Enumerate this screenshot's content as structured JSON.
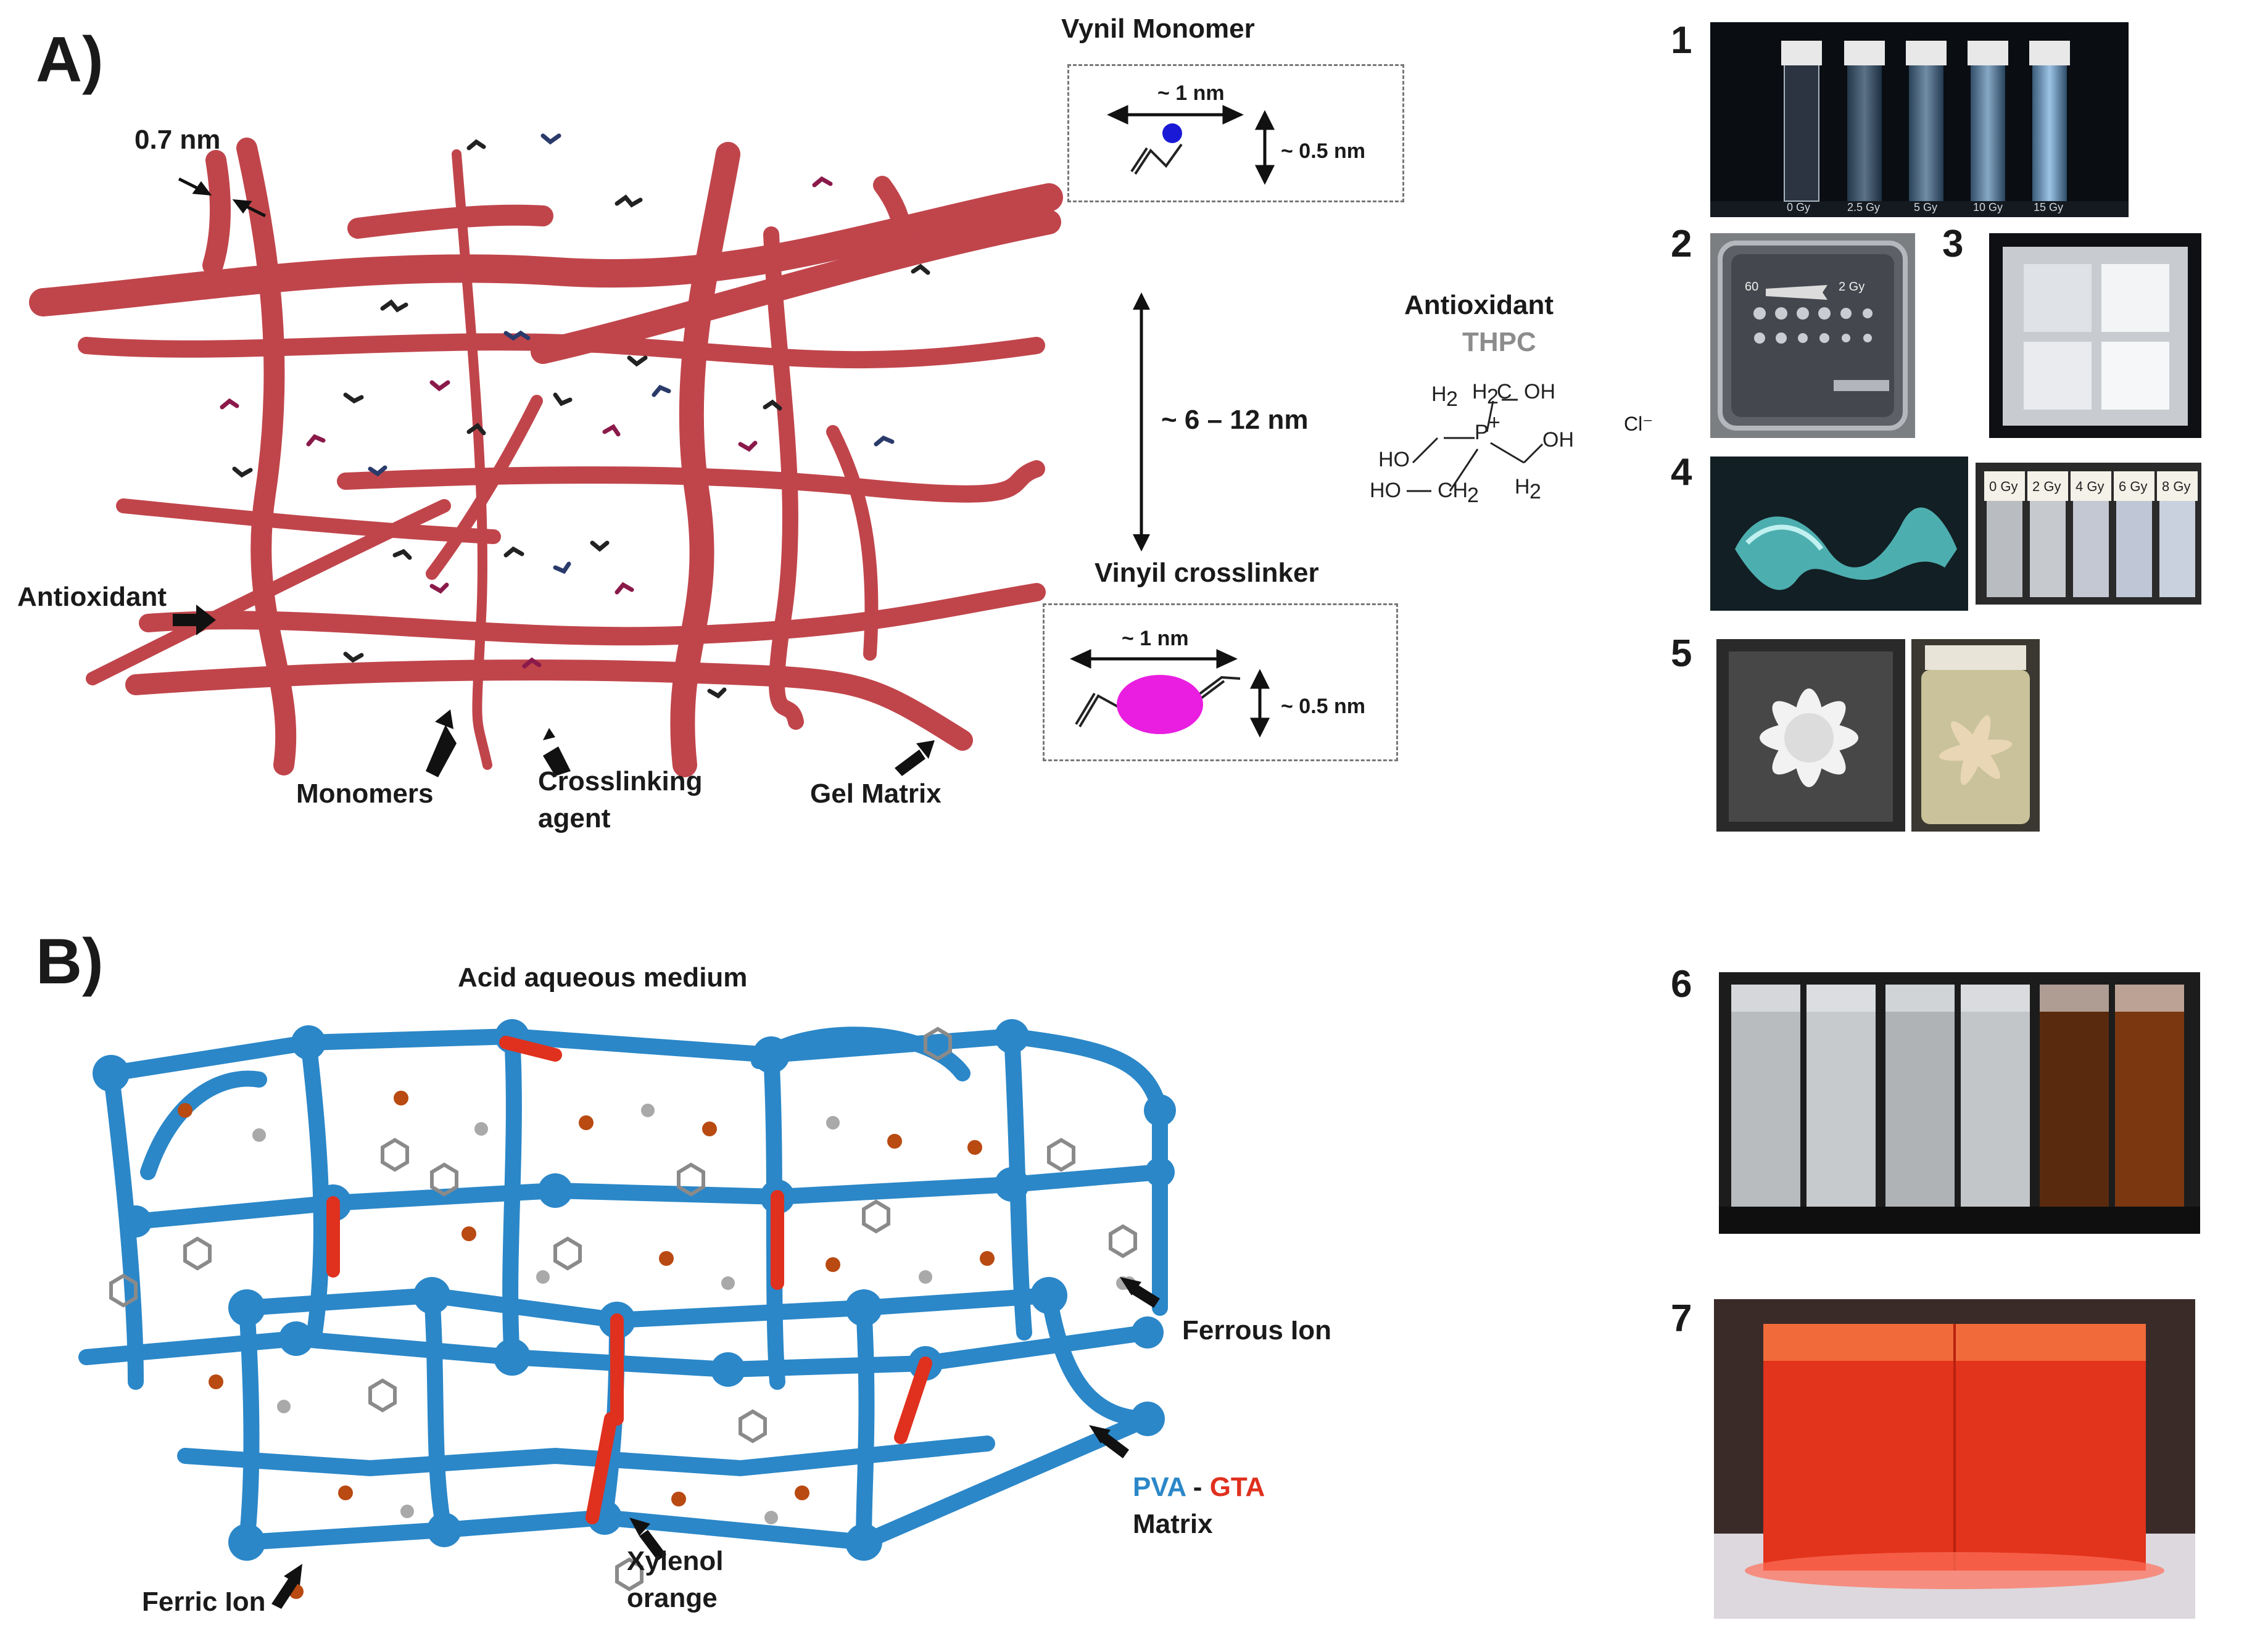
{
  "panelA": {
    "letter": "A)",
    "labels": {
      "width": "0.7 nm",
      "antioxidant": "Antioxidant",
      "monomers": "Monomers",
      "crosslinking1": "Crosslinking",
      "crosslinking2": "agent",
      "gel_matrix": "Gel Matrix"
    },
    "monomer_box": {
      "title": "Vynil Monomer",
      "length": "~ 1 nm",
      "height": "~ 0.5 nm"
    },
    "spacing": "~ 6 – 12 nm",
    "crosslinker_box": {
      "title": "Vinyil crosslinker",
      "length": "~ 1 nm",
      "height": "~ 0.5 nm"
    },
    "antioxidant_struct": {
      "title": "Antioxidant",
      "name": "THPC",
      "counterion": "Cl⁻"
    },
    "colors": {
      "gel": "#c0454b",
      "monomer_dot": "#1a1ad6",
      "crosslinker": "#e91ee0"
    }
  },
  "photos": {
    "n1": "1",
    "vial_labels": [
      "0 Gy",
      "2.5 Gy",
      "5 Gy",
      "10 Gy",
      "15 Gy"
    ],
    "n2": "2",
    "plate_left": "60",
    "plate_right": "2 Gy",
    "n3": "3",
    "n4": "4",
    "jar_labels": [
      "0 Gy",
      "2 Gy",
      "4 Gy",
      "6 Gy",
      "8 Gy"
    ],
    "n5": "5",
    "n6": "6",
    "n7": "7"
  },
  "panelB": {
    "letter": "B)",
    "medium": "Acid aqueous medium",
    "ferrous": "Ferrous Ion",
    "ferric": "Ferric Ion",
    "xylenol1": "Xylenol",
    "xylenol2": "orange",
    "pva": "PVA",
    "dash": " - ",
    "gta": "GTA",
    "matrix": "Matrix",
    "colors": {
      "pva": "#2b87c8",
      "gta": "#e0301e",
      "ferric": "#b84a12",
      "ferrous": "#a9a9a9"
    }
  }
}
